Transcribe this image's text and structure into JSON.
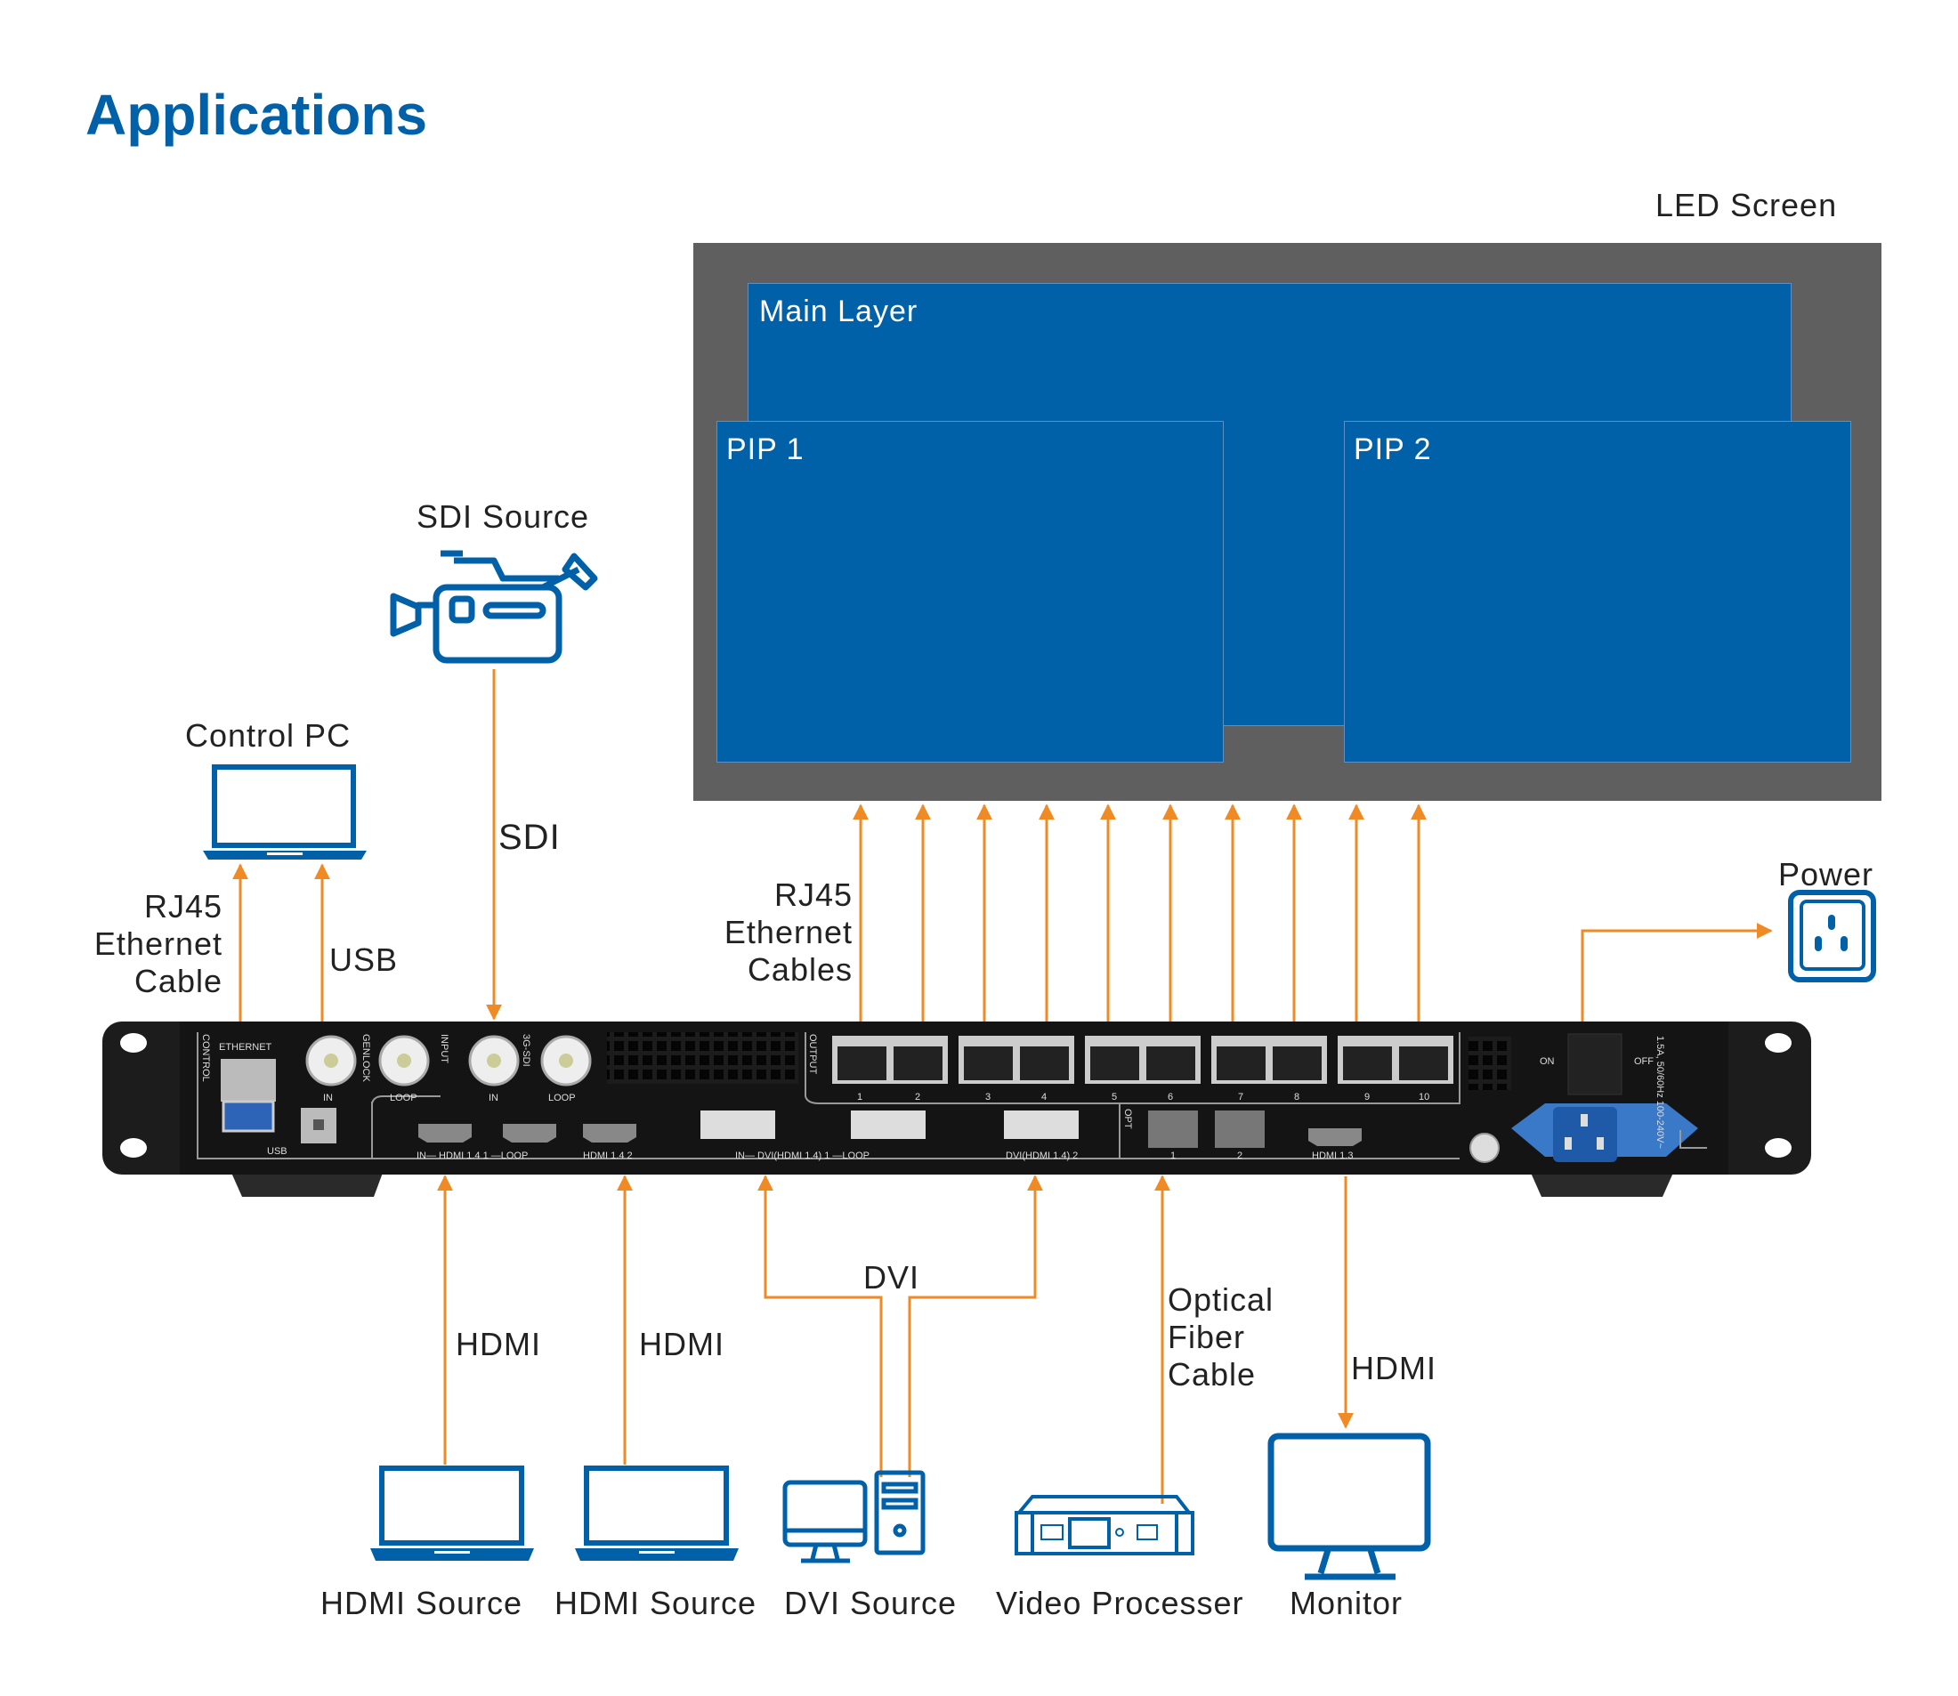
{
  "title": "Applications",
  "led_screen": {
    "label": "LED Screen",
    "layers": [
      {
        "name": "Main Layer"
      },
      {
        "name": "PIP 1"
      },
      {
        "name": "PIP 2"
      }
    ]
  },
  "connections": {
    "sdi_source": "SDI Source",
    "sdi_cable": "SDI",
    "control_pc": "Control PC",
    "rj45_cable": [
      "RJ45",
      "Ethernet",
      "Cable"
    ],
    "usb_cable": "USB",
    "rj45_cables": [
      "RJ45",
      "Ethernet",
      "Cables"
    ],
    "power": "Power",
    "hdmi_cable_1": "HDMI",
    "hdmi_cable_2": "HDMI",
    "dvi_cable": "DVI",
    "optical_cable": [
      "Optical",
      "Fiber",
      "Cable"
    ],
    "hdmi_out_cable": "HDMI"
  },
  "sources": [
    {
      "label": "HDMI Source",
      "icon": "laptop-icon"
    },
    {
      "label": "HDMI Source",
      "icon": "laptop-icon"
    },
    {
      "label": "DVI Source",
      "icon": "desktop-pc-icon"
    },
    {
      "label": "Video Processer",
      "icon": "video-processor-icon"
    },
    {
      "label": "Monitor",
      "icon": "monitor-icon"
    }
  ],
  "device": {
    "control_label": "CONTROL",
    "ethernet_label": "ETHERNET",
    "usb_label": "USB",
    "genlock_label": "GENLOCK",
    "in_label": "IN",
    "loop_label": "LOOP",
    "input_label": "INPUT",
    "sdi_label": "3G-SDI",
    "hdmi1_label": "IN— HDMI 1.4 1 —LOOP",
    "hdmi2_label": "HDMI 1.4 2",
    "dvi1_label": "IN— DVI(HDMI 1.4) 1 —LOOP",
    "dvi2_label": "DVI(HDMI 1.4) 2",
    "output_label": "OUTPUT",
    "output_ports": [
      "1",
      "2",
      "3",
      "4",
      "5",
      "6",
      "7",
      "8",
      "9",
      "10"
    ],
    "opt_label": "OPT",
    "opt_ports": [
      "1",
      "2"
    ],
    "hdmi_out_label": "HDMI 1.3",
    "on_label": "ON",
    "off_label": "OFF",
    "rating_label": "1.5A, 50/60Hz 100-240V~"
  },
  "colors": {
    "accent": "#0060a8",
    "arrow": "#f08a24",
    "screen_bg": "#5f5f5f",
    "device": "#1c1c1c"
  }
}
